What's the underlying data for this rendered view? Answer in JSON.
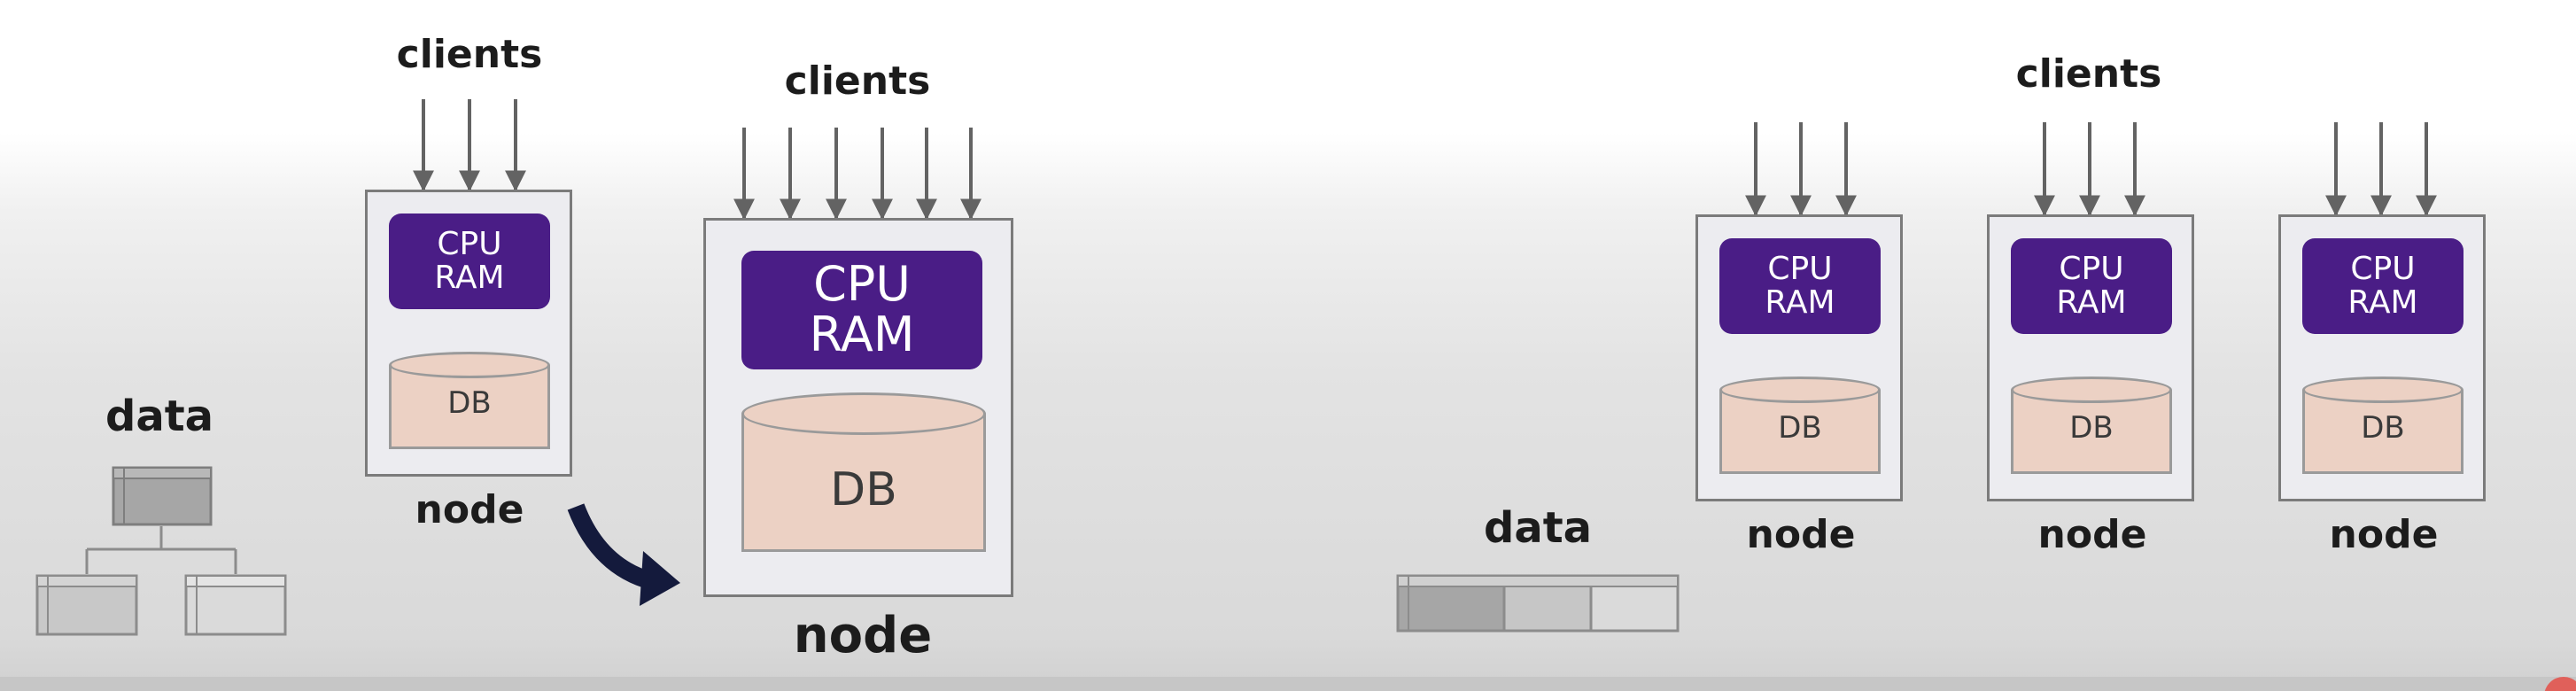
{
  "left_diagram": {
    "data_label": "data",
    "small_node": {
      "clients_label": "clients",
      "cpu_label": "CPU",
      "ram_label": "RAM",
      "db_label": "DB",
      "node_label": "node"
    },
    "large_node": {
      "clients_label": "clients",
      "cpu_label": "CPU",
      "ram_label": "RAM",
      "db_label": "DB",
      "node_label": "node"
    }
  },
  "right_diagram": {
    "clients_label": "clients",
    "data_label": "data",
    "nodes": [
      {
        "cpu_label": "CPU",
        "ram_label": "RAM",
        "db_label": "DB",
        "node_label": "node"
      },
      {
        "cpu_label": "CPU",
        "ram_label": "RAM",
        "db_label": "DB",
        "node_label": "node"
      },
      {
        "cpu_label": "CPU",
        "ram_label": "RAM",
        "db_label": "DB",
        "node_label": "node"
      }
    ]
  },
  "colors": {
    "cpu_ram_block": "#4a1d86",
    "db_cylinder": "#ecd1c4",
    "scale_arrow": "#141a3c",
    "client_arrow": "#636363"
  }
}
